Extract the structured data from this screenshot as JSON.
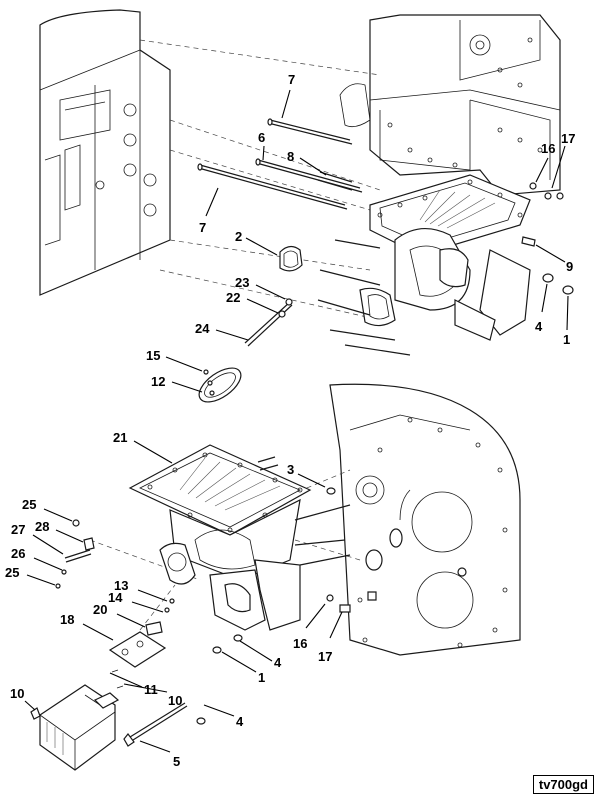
{
  "figure_ref": "tv700gd",
  "callouts": [
    {
      "label": "7"
    },
    {
      "label": "6"
    },
    {
      "label": "8"
    },
    {
      "label": "7"
    },
    {
      "label": "2"
    },
    {
      "label": "16"
    },
    {
      "label": "17"
    },
    {
      "label": "9"
    },
    {
      "label": "4"
    },
    {
      "label": "1"
    },
    {
      "label": "23"
    },
    {
      "label": "22"
    },
    {
      "label": "24"
    },
    {
      "label": "15"
    },
    {
      "label": "12"
    },
    {
      "label": "21"
    },
    {
      "label": "3"
    },
    {
      "label": "25"
    },
    {
      "label": "27"
    },
    {
      "label": "28"
    },
    {
      "label": "26"
    },
    {
      "label": "25"
    },
    {
      "label": "13"
    },
    {
      "label": "14"
    },
    {
      "label": "20"
    },
    {
      "label": "18"
    },
    {
      "label": "16"
    },
    {
      "label": "17"
    },
    {
      "label": "4"
    },
    {
      "label": "1"
    },
    {
      "label": "11"
    },
    {
      "label": "10"
    },
    {
      "label": "10"
    },
    {
      "label": "4"
    },
    {
      "label": "5"
    }
  ]
}
